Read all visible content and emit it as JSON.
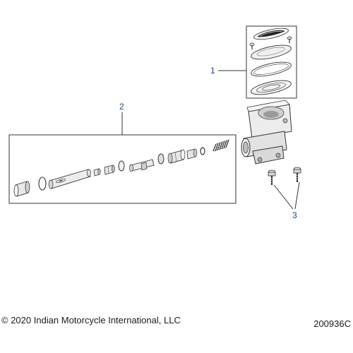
{
  "callouts": {
    "c1": "1",
    "c2": "2",
    "c3": "3"
  },
  "footer": {
    "copyright": "© 2020 Indian Motorcycle International, LLC",
    "figure_id": "200936C"
  },
  "colors": {
    "callout": "#1f3f8f",
    "line": "#333333",
    "part_fill": "#e9e9e9",
    "part_shade": "#b8b8b8"
  }
}
